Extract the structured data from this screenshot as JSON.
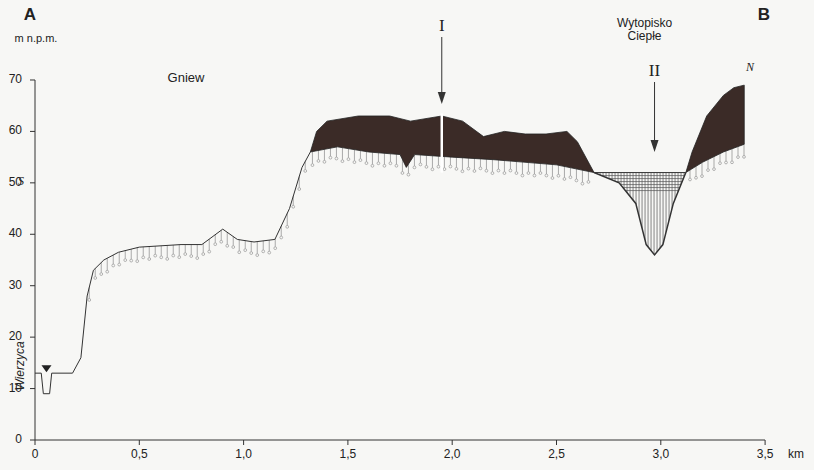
{
  "diagram": {
    "labels": [
      "A",
      "B",
      "m n.p.m.",
      "70",
      "60",
      "50",
      "40",
      "30",
      "20",
      "10",
      "0",
      "0",
      "0,5",
      "1,0",
      "1,5",
      "2,0",
      "2,5",
      "3,0",
      "3,5",
      "km",
      "Gniew",
      "Wierzyca",
      "I",
      "Wytopisko Ciepłe",
      "II",
      "S",
      "N"
    ]
  }
}
